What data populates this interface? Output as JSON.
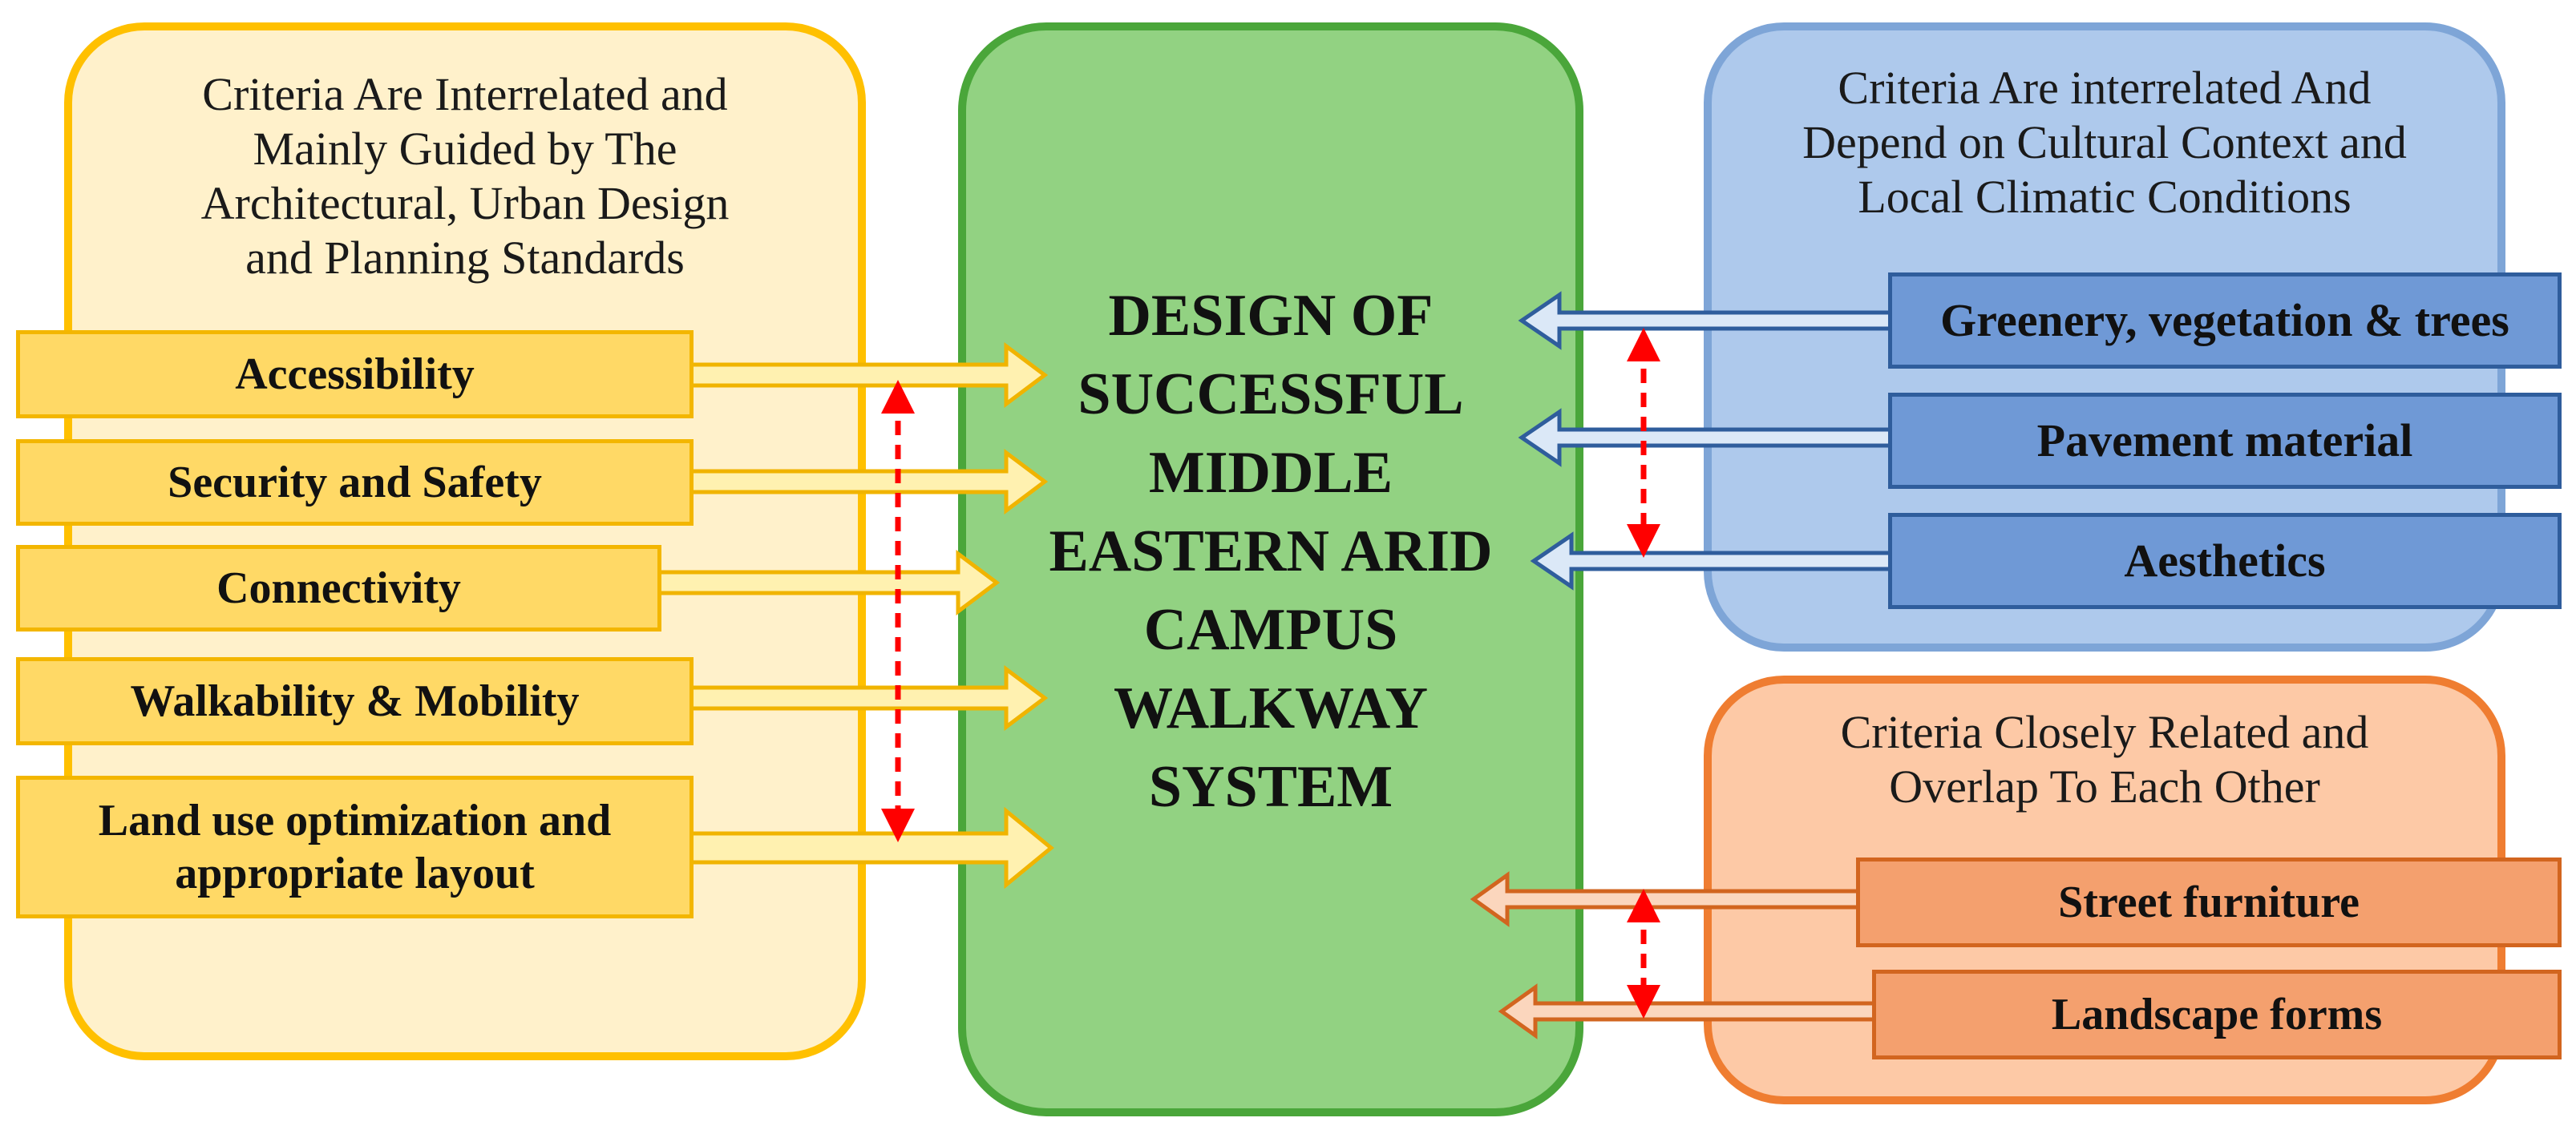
{
  "center": {
    "title": "DESIGN OF\nSUCCESSFUL\nMIDDLE\nEASTERN ARID\nCAMPUS\nWALKWAY\nSYSTEM"
  },
  "left_group": {
    "heading": "Criteria Are Interrelated and\nMainly Guided by The\nArchitectural, Urban Design\nand Planning Standards",
    "items": [
      "Accessibility",
      "Security and Safety",
      "Connectivity",
      "Walkability & Mobility",
      "Land use optimization and appropriate layout"
    ]
  },
  "right_top_group": {
    "heading": "Criteria Are interrelated And\nDepend on Cultural Context and\nLocal Climatic Conditions",
    "items": [
      "Greenery, vegetation & trees",
      "Pavement material",
      "Aesthetics"
    ]
  },
  "right_bottom_group": {
    "heading": "Criteria Closely Related and\nOverlap To Each Other",
    "items": [
      "Street furniture",
      "Landscape forms"
    ]
  },
  "colors": {
    "left_accent": "#ffc000",
    "center_fill": "#92d282",
    "blue_accent": "#2f5d9c",
    "orange_accent": "#d2651f",
    "interrelation_arrow": "#ff0000"
  }
}
